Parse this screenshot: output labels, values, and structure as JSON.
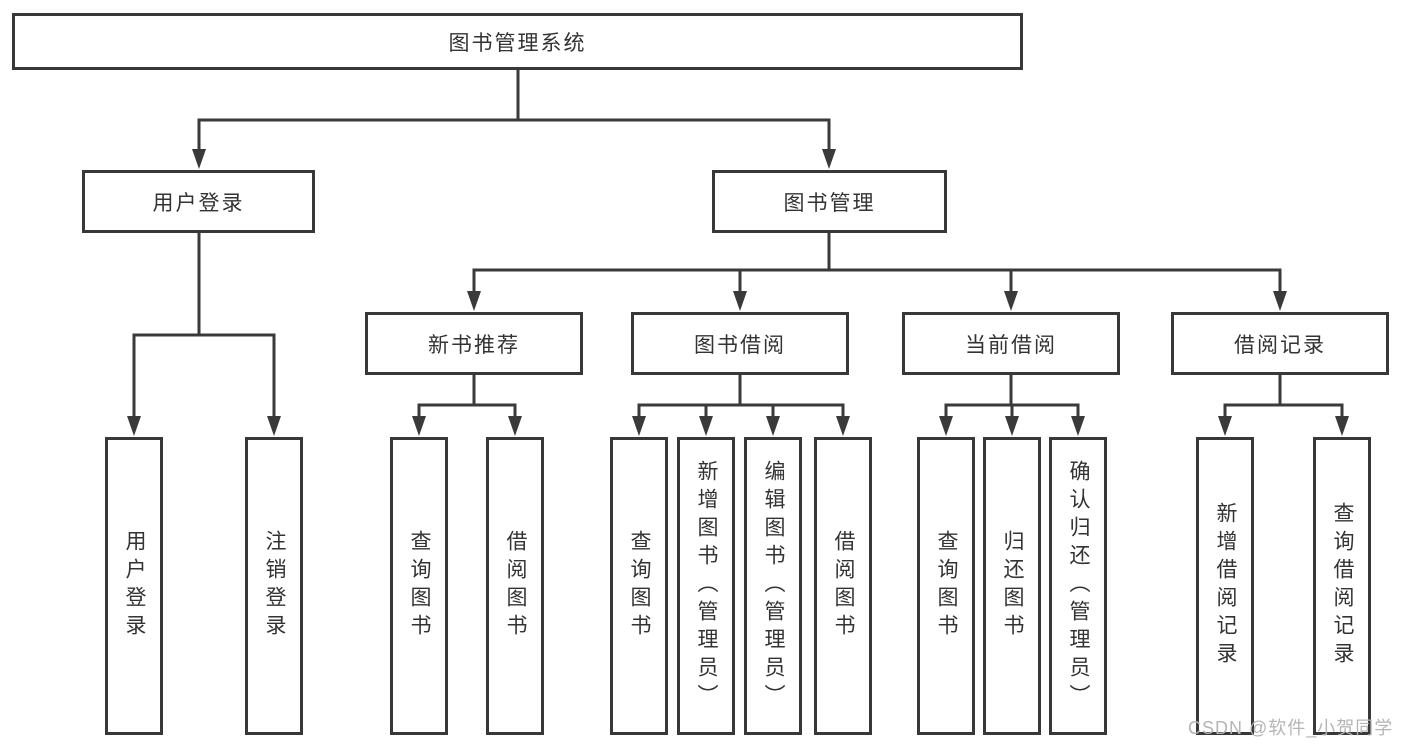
{
  "diagram": {
    "root_label": "图书管理系统",
    "branches": [
      {
        "label": "用户登录",
        "children": [
          "用户登录",
          "注销登录"
        ]
      },
      {
        "label": "图书管理",
        "groups": [
          {
            "label": "新书推荐",
            "children": [
              "查询图书",
              "借阅图书"
            ]
          },
          {
            "label": "图书借阅",
            "children": [
              "查询图书",
              "新增图书（管理员）",
              "编辑图书（管理员）",
              "借阅图书"
            ]
          },
          {
            "label": "当前借阅",
            "children": [
              "查询图书",
              "归还图书",
              "确认归还（管理员）"
            ]
          },
          {
            "label": "借阅记录",
            "children": [
              "新增借阅记录",
              "查询借阅记录"
            ]
          }
        ]
      }
    ]
  },
  "watermark": {
    "text": "CSDN @软件_小贺同学",
    "color": "#b5b5b5"
  },
  "colors": {
    "line": "#3a3a3a",
    "box_border": "#383838",
    "text": "#333333",
    "background": "#ffffff"
  }
}
